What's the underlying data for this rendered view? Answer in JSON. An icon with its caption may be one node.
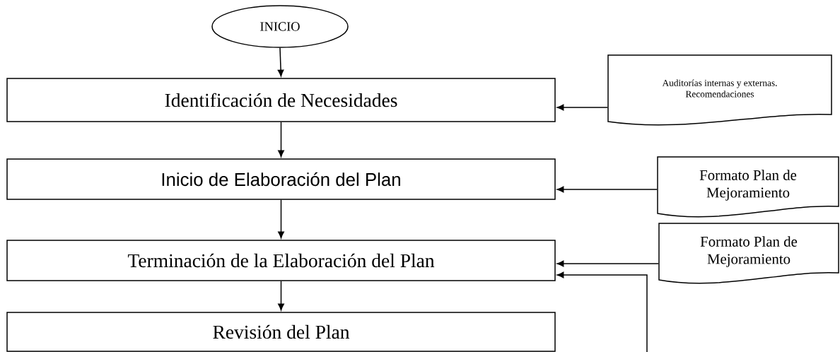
{
  "diagram": {
    "nodes": [
      {
        "text": [
          "INICIO"
        ]
      },
      {
        "text": [
          "Identificación de Necesidades"
        ]
      },
      {
        "text": [
          "Inicio de Elaboración del Plan"
        ]
      },
      {
        "text": [
          "Terminación de la Elaboración del Plan"
        ]
      },
      {
        "text": [
          "Revisión del Plan"
        ]
      },
      {
        "text": [
          "Auditorías internas y externas. Recomendaciones"
        ]
      },
      {
        "text": [
          "Formato Plan de Mejoramiento"
        ]
      },
      {
        "text": [
          "Formato Plan de Mejoramiento"
        ]
      }
    ],
    "edges": [
      {
        "from": 0,
        "to": 1,
        "arrow": "to"
      },
      {
        "from": 1,
        "to": 2,
        "arrow": "to"
      },
      {
        "from": 2,
        "to": 3,
        "arrow": "to"
      },
      {
        "from": 3,
        "to": 4,
        "arrow": "to"
      },
      {
        "from": 5,
        "to": 1,
        "arrow": "to"
      },
      {
        "from": 6,
        "to": 2,
        "arrow": "to"
      },
      {
        "from": 7,
        "to": 3,
        "arrow": "to"
      },
      {
        "from": null,
        "to": 3,
        "arrow": "to"
      }
    ]
  }
}
